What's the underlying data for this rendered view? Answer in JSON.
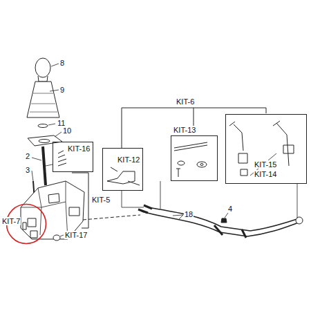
{
  "diagram": {
    "nodes": [
      {
        "text": [
          "KIT-7"
        ]
      },
      {
        "text": [
          "KIT-16"
        ]
      },
      {
        "text": [
          "KIT-12"
        ]
      },
      {
        "text": [
          "KIT-13"
        ]
      },
      {
        "text": [
          "KIT-15",
          "KIT-14"
        ]
      }
    ],
    "labels": [
      "8",
      "9",
      "11",
      "10",
      "2",
      "3",
      "KIT-6",
      "KIT-5",
      "4",
      "18",
      "KIT-17"
    ]
  }
}
